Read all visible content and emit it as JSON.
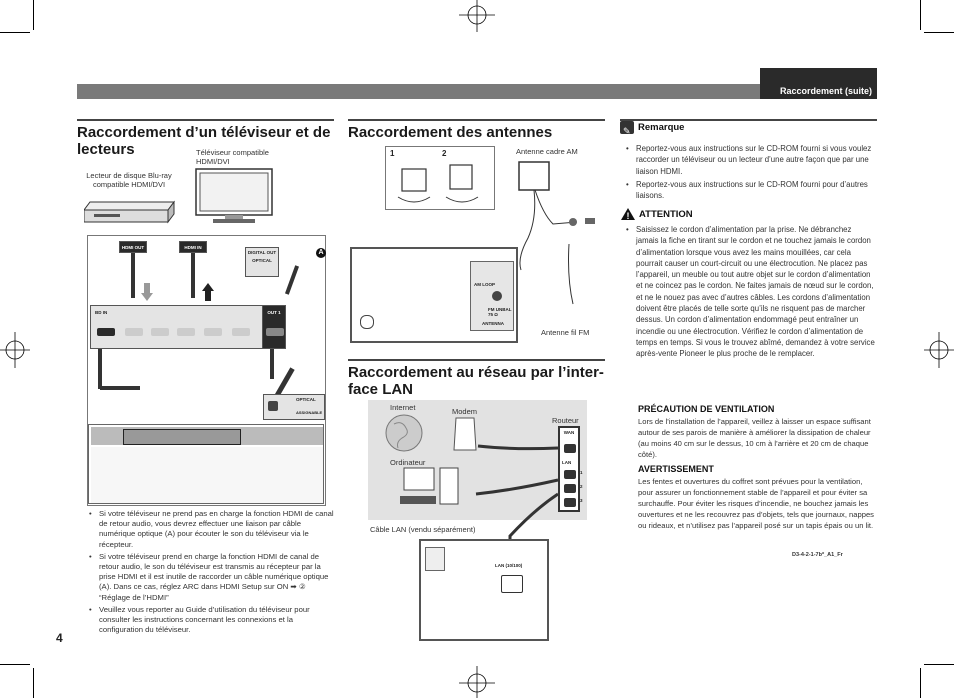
{
  "header": {
    "tab_label": "Raccordement (suite)"
  },
  "page_number": "4",
  "section_tv": {
    "title": "Raccordement d’un téléviseur et de lecteurs",
    "player_label": "Lecteur de disque Blu-ray compatible HDMI/DVI",
    "tv_label": "Téléviseur compatible HDMI/DVI",
    "hdmi_out": "HDMI OUT",
    "hdmi_in": "HDMI IN",
    "digital_out": "DIGITAL OUT",
    "optical": "OPTICAL",
    "marker_a": "A",
    "bd_in": "BD IN",
    "out1": "OUT 1",
    "optical_in": "OPTICAL",
    "assignable": "ASSIGNABLE",
    "bullets": [
      "Si votre téléviseur ne prend pas en charge la fonction HDMI de canal de retour audio, vous devrez effectuer une liaison par câble numérique optique (A) pour écouter le son du téléviseur via le récepteur.",
      "Si votre téléviseur prend en charge la fonction HDMI de canal de retour audio, le son du téléviseur est transmis au récepteur par la prise HDMI et il est inutile de raccorder un câble numérique optique (A). Dans ce cas, réglez ARC dans HDMI Setup sur ON ➡ ② “Réglage de l’HDMI”",
      "Veuillez vous reporter au Guide d’utilisation du téléviseur pour consulter les instructions concernant les connexions et la configuration du téléviseur."
    ]
  },
  "section_antenna": {
    "title": "Raccordement des antennes",
    "step1": "1",
    "step2": "2",
    "am_label": "Antenne cadre AM",
    "fm_label": "Antenne fil FM",
    "am_loop": "AM LOOP",
    "fm_unbal": "FM UNBAL 75 Ω",
    "antenna": "ANTENNA"
  },
  "section_lan": {
    "title": "Raccordement au réseau par l’inter-face LAN",
    "internet": "Internet",
    "modem": "Modem",
    "router": "Routeur",
    "computer": "Ordinateur",
    "wan": "WAN",
    "lan": "LAN",
    "ports": [
      "1",
      "2",
      "3"
    ],
    "cable_label": "Câble LAN (vendu séparément)",
    "lan_port": "LAN (10/100)"
  },
  "right_col": {
    "remarque_title": "Remarque",
    "remarque_items": [
      "Reportez-vous aux instructions sur le CD-ROM fourni si vous voulez raccorder un téléviseur ou un lecteur d’une autre façon que par une liaison HDMI.",
      "Reportez-vous aux instructions sur le CD-ROM fourni pour d’autres liaisons."
    ],
    "attention_title": "ATTENTION",
    "attention_text": "Saisissez le cordon d’alimentation par la prise. Ne débranchez jamais la fiche en tirant sur le cordon et ne touchez jamais le cordon d’alimentation lorsque vous avez les mains mouillées, car cela pourrait causer un court-circuit ou une électrocution. Ne placez pas l’appareil, un meuble ou tout autre objet sur le cordon d’alimentation et ne coincez pas le cordon. Ne faites jamais de nœud sur le cordon, et ne le nouez pas avec d’autres câbles. Les cordons d’alimentation doivent être placés de telle sorte qu’ils ne risquent pas de marcher dessus. Un cordon d’alimentation endommagé peut entraîner un incendie ou une électrocution. Vérifiez le cordon d’alimentation de temps en temps. Si vous le trouvez abîmé, demandez à votre service après-vente Pioneer le plus proche de le remplacer.",
    "ventilation_title": "PRÉCAUTION DE VENTILATION",
    "ventilation_text": "Lors de l’installation de l’appareil, veillez à laisser un espace suffisant autour de ses parois de manière à améliorer la dissipation de chaleur (au moins 40 cm sur le dessus, 10 cm à l’arrière et 20 cm de chaque côté).",
    "avertissement_title": "AVERTISSEMENT",
    "avertissement_text": "Les fentes et ouvertures du coffret sont prévues pour la ventilation, pour assurer un fonctionnement stable de l’appareil et pour éviter sa surchauffe. Pour éviter les risques d’incendie, ne bouchez jamais les ouvertures et ne les recouvrez pas d’objets, tels que journaux, nappes ou rideaux, et n’utilisez pas l’appareil posé sur un tapis épais ou un lit.",
    "code": "D3-4-2-1-7b*_A1_Fr"
  }
}
